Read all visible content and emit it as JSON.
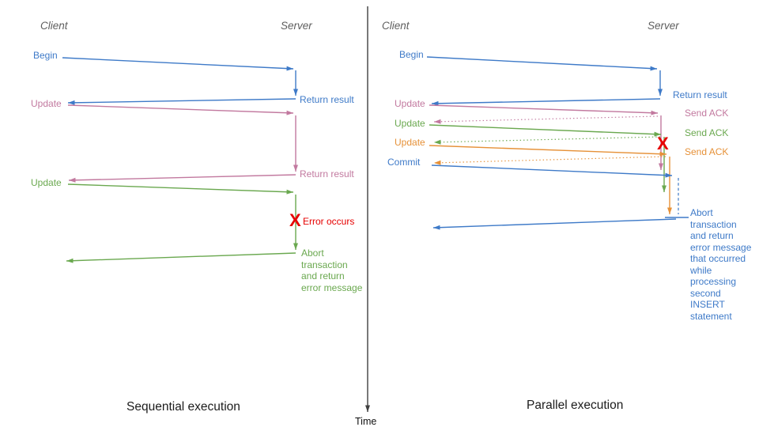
{
  "palette": {
    "blue": "#3e7ac8",
    "pink": "#c2799f",
    "green": "#6aa84f",
    "orange": "#e69138",
    "red": "#e60000",
    "axis": "#3f3f3f"
  },
  "time_axis": {
    "label": "Time"
  },
  "left_panel": {
    "caption": "Sequential execution",
    "client_header": "Client",
    "server_header": "Server",
    "begin": "Begin",
    "return_result_1": "Return result",
    "update_1": "Update",
    "return_result_2": "Return result",
    "update_2": "Update",
    "error_marker": "X",
    "error_label": "Error occurs",
    "abort_note": "Abort\ntransaction\nand return\nerror message"
  },
  "right_panel": {
    "caption": "Parallel execution",
    "client_header": "Client",
    "server_header": "Server",
    "begin": "Begin",
    "return_result": "Return result",
    "update_1": "Update",
    "send_ack_1": "Send ACK",
    "update_2": "Update",
    "send_ack_2": "Send ACK",
    "update_3": "Update",
    "send_ack_3": "Send ACK",
    "commit": "Commit",
    "error_marker": "X",
    "abort_note": "Abort\ntransaction\nand return\nerror message\nthat occurred\nwhile\nprocessing\nsecond\nINSERT\nstatement"
  }
}
